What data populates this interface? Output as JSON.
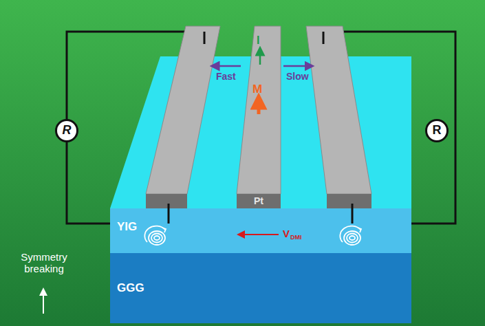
{
  "diagram": {
    "nodes": [
      {
        "text": [
          "R"
        ]
      },
      {
        "text": [
          "R"
        ]
      },
      {
        "text": [
          "Pt"
        ]
      },
      {
        "text": [
          "YIG"
        ]
      },
      {
        "text": [
          "GGG"
        ]
      }
    ],
    "labels": [
      "I",
      "Fast",
      "M",
      "Slow",
      "V",
      "DMI",
      "Symmetry breaking"
    ]
  }
}
